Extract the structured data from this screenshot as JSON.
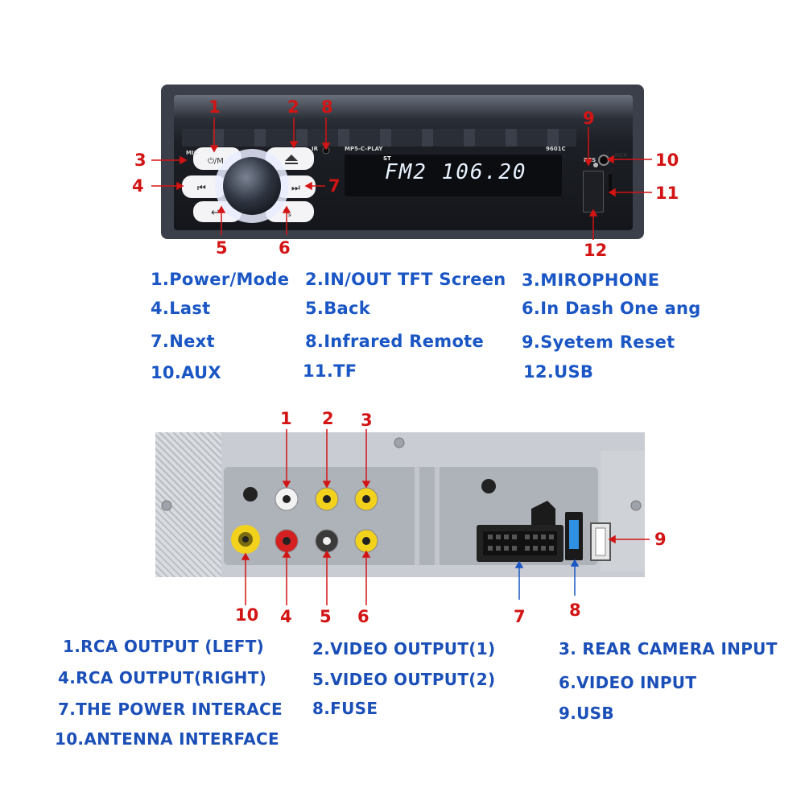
{
  "front_panel": {
    "display_text": "FM2 106.20",
    "display_tag": "ST",
    "brand_label": "MP5-C-PLAY",
    "model_label": "9601C",
    "mic_label": "MIC",
    "ir_label": "IR",
    "res_label": "RES",
    "aux_label": "AUX",
    "callouts": [
      "1",
      "2",
      "8",
      "3",
      "4",
      "7",
      "9",
      "10",
      "11",
      "5",
      "6",
      "12"
    ]
  },
  "front_legend": [
    "1.Power/Mode",
    "2.IN/OUT TFT Screen",
    "3.MIROPHONE",
    "4.Last",
    "5.Back",
    "6.In Dash One ang",
    "7.Next",
    "8.Infrared Remote",
    "9.Syetem Reset",
    "10.AUX",
    "11.TF",
    "12.USB"
  ],
  "rear_panel": {
    "callouts": [
      "1",
      "2",
      "3",
      "9",
      "10",
      "4",
      "5",
      "6",
      "7",
      "8"
    ]
  },
  "rear_legend": [
    "1.RCA OUTPUT (LEFT)",
    "2.VIDEO OUTPUT(1)",
    "3. REAR CAMERA INPUT",
    "4.RCA OUTPUT(RIGHT)",
    "5.VIDEO OUTPUT(2)",
    "6.VIDEO INPUT",
    "7.THE POWER INTERACE",
    "8.FUSE",
    "9.USB",
    "10.ANTENNA INTERFACE"
  ],
  "colors": {
    "legend_blue": "#1a56c4",
    "callout_red": "#d31414",
    "jack_white": "#f2f2f2",
    "jack_yellow": "#f2d21c",
    "jack_red": "#d42020",
    "fuse_blue": "#2f8fe0"
  }
}
